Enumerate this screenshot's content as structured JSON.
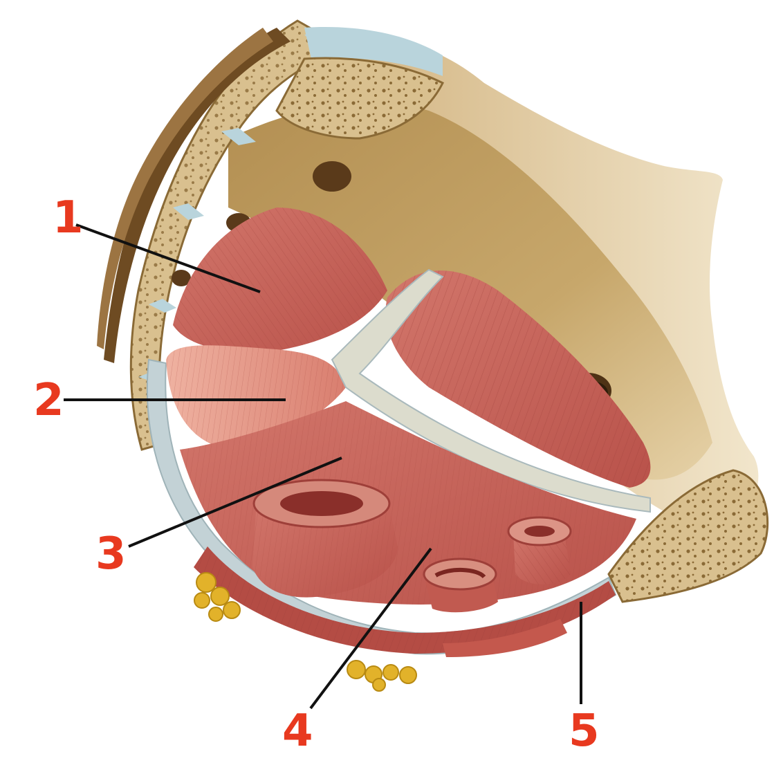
{
  "colors": {
    "label": "#e8391f",
    "leader_line": "#111111",
    "bone": "#d9c08f",
    "bone_pore": "#8a6a36",
    "cartilage": "#b9d4dc",
    "cavity": "#a9884c",
    "muscle": "#c9635a",
    "muscle_light": "#e39a8a",
    "fascia": "#c3d2d6",
    "fat": "#e2b22a"
  },
  "labels": [
    {
      "id": 1,
      "text": "1"
    },
    {
      "id": 2,
      "text": "2"
    },
    {
      "id": 3,
      "text": "3"
    },
    {
      "id": 4,
      "text": "4"
    },
    {
      "id": 5,
      "text": "5"
    }
  ]
}
